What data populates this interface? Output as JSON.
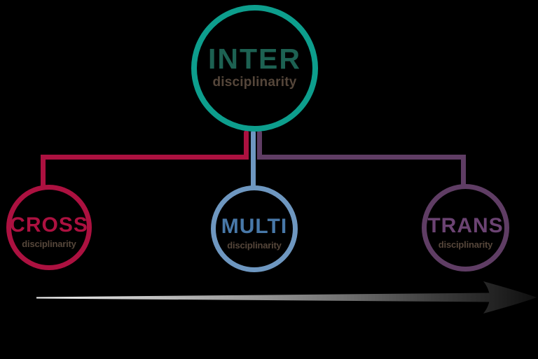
{
  "diagram": {
    "root": {
      "label": "INTER",
      "sublabel": "disciplinarity"
    },
    "children": [
      {
        "label": "CROSS",
        "sublabel": "disciplinarity"
      },
      {
        "label": "MULTI",
        "sublabel": "disciplinarity"
      },
      {
        "label": "TRANS",
        "sublabel": "disciplinarity"
      }
    ],
    "colors": {
      "background": "#000000",
      "inter_ring": "#0d9e8d",
      "inter_label": "#1d6152",
      "subtitle_brown": "#55463a",
      "cross_ring": "#ac1140",
      "cross_label": "#ac1140",
      "multi_ring": "#6e97c0",
      "multi_label": "#4878a8",
      "trans_ring": "#5f3d64",
      "trans_label": "#6b4372",
      "arrow_gradient_start": "#f2f2f2",
      "arrow_gradient_end": "#0e0e0e"
    },
    "icons": {
      "arrow": "right-arrow"
    }
  }
}
